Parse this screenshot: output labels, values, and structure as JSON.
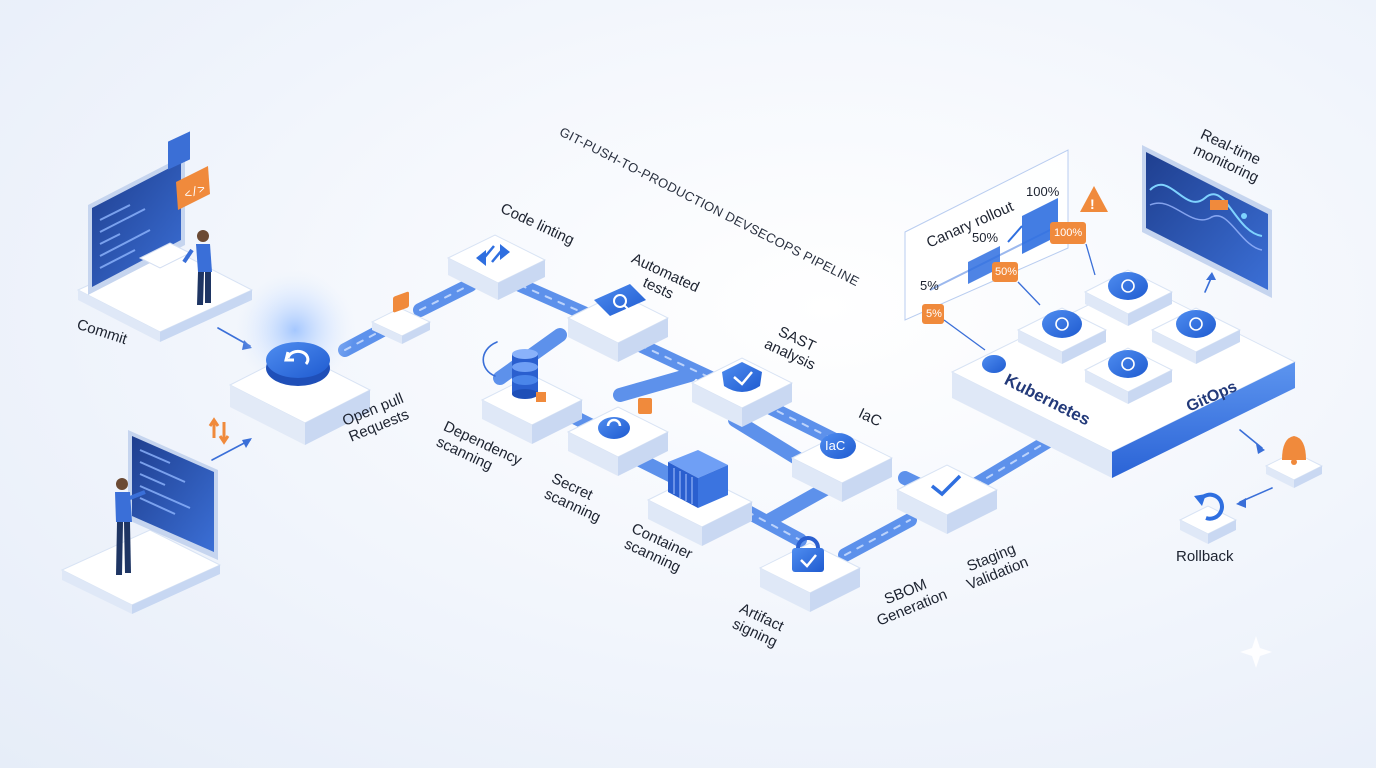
{
  "title": "GIT-PUSH-TO-PRODUCTION DEVSECOPS PIPELINE",
  "stages": {
    "commit": "Commit",
    "open_pr": "Open pull Requests",
    "code_linting": "Code linting",
    "automated_tests": "Automated tests",
    "sast": "SAST analysis",
    "dependency_scanning": "Dependency scanning",
    "secret_scanning": "Secret scanning",
    "iac": "IaC",
    "container_scanning": "Container scanning",
    "artifact_signing": "Artifact signing",
    "sbom": "SBOM Generation",
    "staging": "Staging Validation",
    "kubernetes": "Kubernetes",
    "gitops": "GitOps",
    "monitoring": "Real-time monitoring",
    "rollback": "Rollback"
  },
  "labels": {
    "open_pr_1": "Open pull",
    "open_pr_2": "Requests",
    "automated_1": "Automated",
    "automated_2": "tests",
    "sast_1": "SAST",
    "sast_2": "analysis",
    "dep_1": "Dependency",
    "dep_2": "scanning",
    "secret_1": "Secret",
    "secret_2": "scanning",
    "container_1": "Container",
    "container_2": "scanning",
    "artifact_1": "Artifact",
    "artifact_2": "signing",
    "sbom_1": "SBOM",
    "sbom_2": "Generation",
    "staging_1": "Staging",
    "staging_2": "Validation",
    "monitor_1": "Real-time",
    "monitor_2": "monitoring",
    "iac_chip": "IaC"
  },
  "canary": {
    "title": "Canary rollout",
    "steps": [
      "5%",
      "50%",
      "100%"
    ],
    "badges": [
      "5%",
      "50%",
      "100%"
    ]
  },
  "colors": {
    "accent": "#2f6fe0",
    "accent_dark": "#1e4fb8",
    "alert": "#f08a3c",
    "tile": "#ffffff"
  }
}
